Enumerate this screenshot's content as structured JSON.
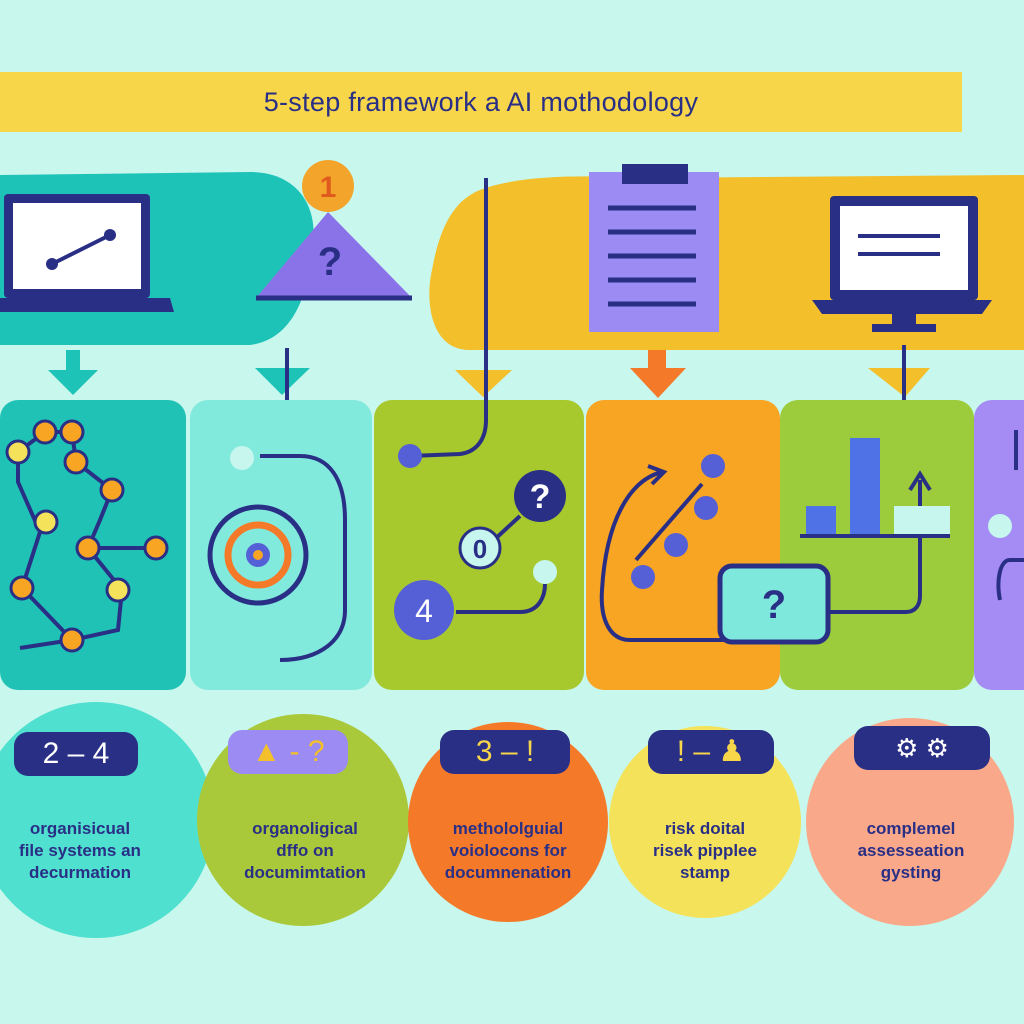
{
  "header": {
    "title": "5-step framework a AI mothodology"
  },
  "steps": [
    {
      "badge": "2 – 4",
      "caption": [
        "organisicual",
        "file systems an",
        "decurmation"
      ]
    },
    {
      "badge": "▲ - ?",
      "caption": [
        "organoligical",
        "dffo on",
        "documimtation"
      ]
    },
    {
      "badge": "3 – !",
      "caption": [
        "methololguial",
        "voiolocons for",
        "documnenation"
      ]
    },
    {
      "badge": "! – ♟",
      "caption": [
        "risk doital",
        "risek pipplee",
        "stamp"
      ]
    },
    {
      "badge": "⚙ ⚙",
      "caption": [
        "complemel",
        "assesseation",
        "gysting"
      ]
    }
  ],
  "diagram_labels": {
    "question_mark": "?",
    "step_number": "4",
    "warning_digit": "1",
    "node_zero": "0"
  },
  "colors": {
    "background": "#c8f7ee",
    "title_bar": "#f7d64a",
    "navy": "#2a2f86",
    "teal": "#1ec3b8",
    "light_teal": "#7fe8dd",
    "olive": "#a8c92e",
    "orange": "#f7a523",
    "green": "#9ccb3b",
    "purple": "#a58cf4",
    "circle_teal": "#4fe0cf",
    "circle_olive": "#a9c93a",
    "circle_orange": "#f47a2a",
    "circle_yellow": "#f4e35a",
    "circle_peach": "#f9a98a"
  },
  "icons": [
    "laptop-icon",
    "warning-triangle-icon",
    "clipboard-icon",
    "monitor-icon",
    "network-graph-icon",
    "target-icon",
    "flow-icon",
    "scatter-icon",
    "bar-chart-icon",
    "gear-icon"
  ]
}
